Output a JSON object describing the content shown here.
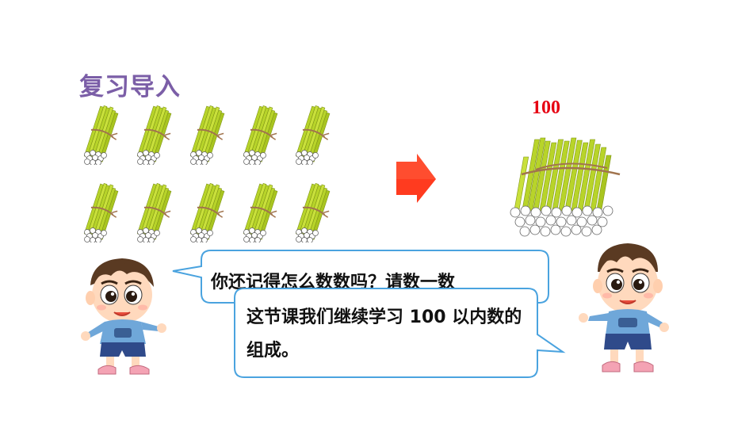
{
  "slide": {
    "title": "复习导入",
    "number_label": "100"
  },
  "dialog": {
    "bubble_1": "你还记得怎么数数吗？请数一数",
    "bubble_2": "这节课我们继续学习 100 以内数的组成。"
  },
  "colors": {
    "title": "#7b5ea7",
    "number": "#e60012",
    "arrow": "#ff3b1f",
    "bubble_border": "#4aa3df",
    "stick": "#b8d42a"
  },
  "icons": {
    "bundle": "bundle-of-ten-sticks-icon",
    "big_bundle": "bundle-of-hundred-sticks-icon",
    "arrow": "right-arrow-icon",
    "kid": "cartoon-boy-icon"
  }
}
